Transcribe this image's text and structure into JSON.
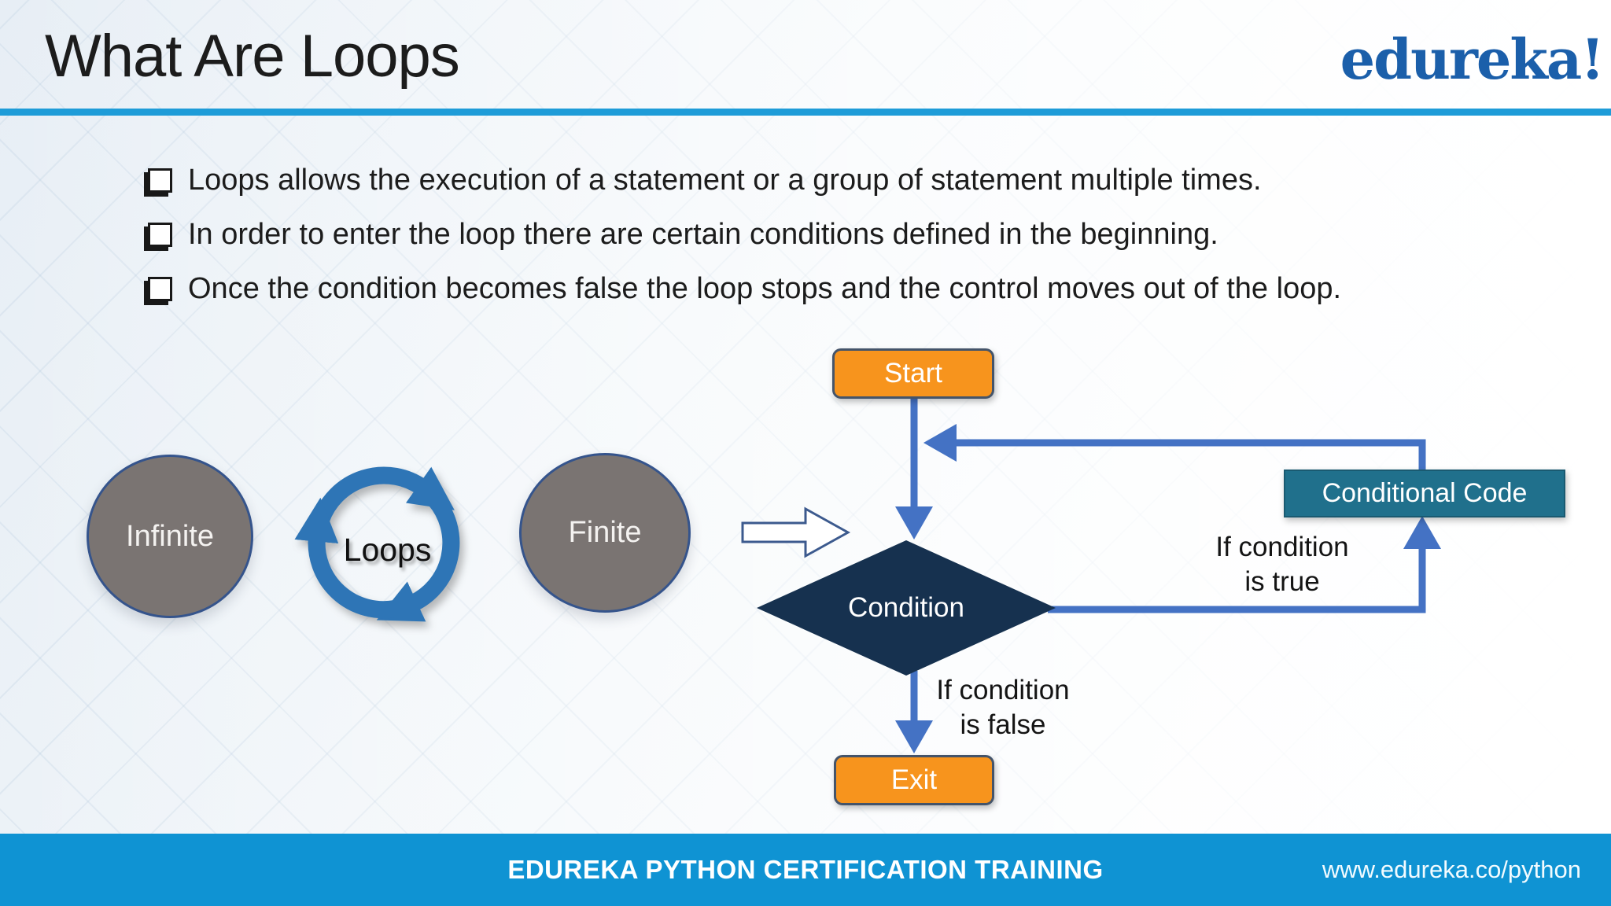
{
  "slide": {
    "title": "What Are Loops",
    "brand": {
      "logo_text": "edureka!"
    },
    "bullets": [
      "Loops allows the execution of a statement or a group of statement multiple times.",
      "In order to enter the loop there are certain conditions defined in the beginning.",
      "Once the condition becomes false the loop stops and the control moves out of the loop."
    ],
    "loop_types": {
      "infinite": "Infinite",
      "center": "Loops",
      "finite": "Finite"
    },
    "flowchart": {
      "start": "Start",
      "condition": "Condition",
      "conditional_code": "Conditional Code",
      "exit": "Exit",
      "true_branch": {
        "line1": "If condition",
        "line2": "is true"
      },
      "false_branch": {
        "line1": "If condition",
        "line2": "is false"
      }
    },
    "footer": {
      "center": "EDUREKA PYTHON CERTIFICATION TRAINING",
      "right": "www.edureka.co/python"
    },
    "colors": {
      "accent_bar": "#1e9cd8",
      "footer_bg": "#0f93d3",
      "connector_blue": "#4472c4",
      "cycle_blue": "#2e75b6",
      "node_orange": "#f7941d",
      "node_navy": "#16314f",
      "node_teal": "#20708c",
      "circle_gray": "#7a7472",
      "logo_blue": "#1b5faa"
    }
  }
}
